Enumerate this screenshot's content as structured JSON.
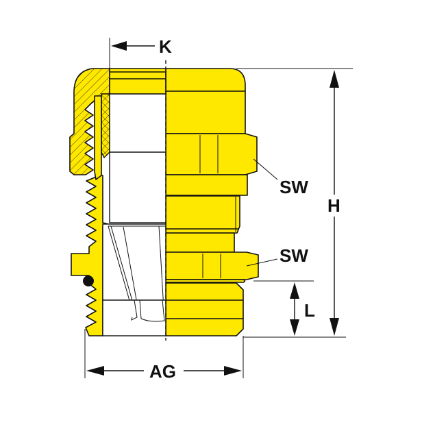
{
  "labels": {
    "k": "K",
    "sw_upper": "SW",
    "sw_lower": "SW",
    "h": "H",
    "l": "L",
    "ag": "AG"
  },
  "colors": {
    "body": "#FFE800",
    "outline": "#111111"
  }
}
